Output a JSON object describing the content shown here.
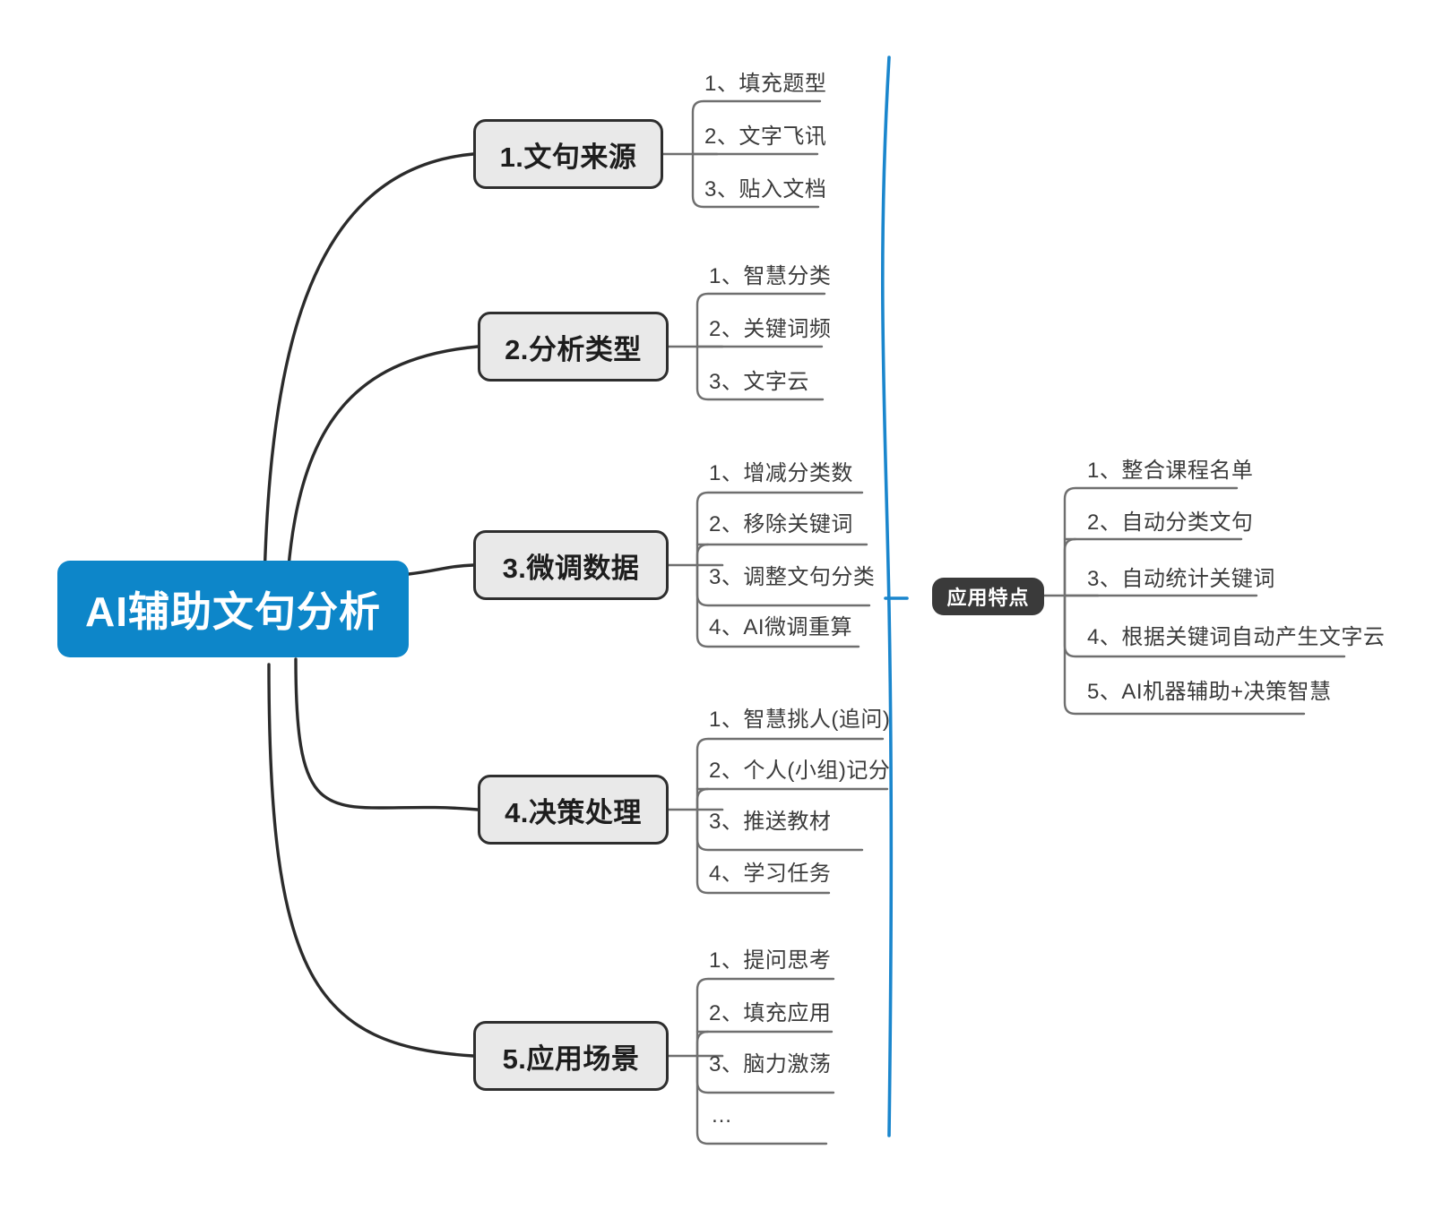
{
  "diagram": {
    "type": "mind-map",
    "title": "AI辅助文句分析",
    "background": "#ffffff",
    "colors": {
      "root_fill": "#0d86c9",
      "root_text": "#ffffff",
      "branch_fill": "#e9e9e9",
      "branch_border": "#2e2e2e",
      "branch_text": "#1d1d1d",
      "dark_fill": "#3a3a3a",
      "dark_text": "#ffffff",
      "wire": "#2b2b2b",
      "leaf_line": "#6f6f6f",
      "accent_curve": "#1a86cd"
    }
  },
  "root": {
    "label": "AI辅助文句分析"
  },
  "branches": [
    {
      "label": "1.文句来源",
      "items": [
        "1、填充题型",
        "2、文字飞讯",
        "3、贴入文档"
      ]
    },
    {
      "label": "2.分析类型",
      "items": [
        "1、智慧分类",
        "2、关键词频",
        "3、文字云"
      ]
    },
    {
      "label": "3.微调数据",
      "items": [
        "1、增减分类数",
        "2、移除关键词",
        "3、调整文句分类",
        "4、AI微调重算"
      ]
    },
    {
      "label": "4.决策处理",
      "items": [
        "1、智慧挑人(追问)",
        "2、个人(小组)记分",
        "3、推送教材",
        "4、学习任务"
      ]
    },
    {
      "label": "5.应用场景",
      "items": [
        "1、提问思考",
        "2、填充应用",
        "3、脑力激荡",
        "…"
      ]
    }
  ],
  "side_node": {
    "label": "应用特点",
    "items": [
      "1、整合课程名单",
      "2、自动分类文句",
      "3、自动统计关键词",
      "4、根据关键词自动产生文字云",
      "5、AI机器辅助+决策智慧"
    ]
  }
}
